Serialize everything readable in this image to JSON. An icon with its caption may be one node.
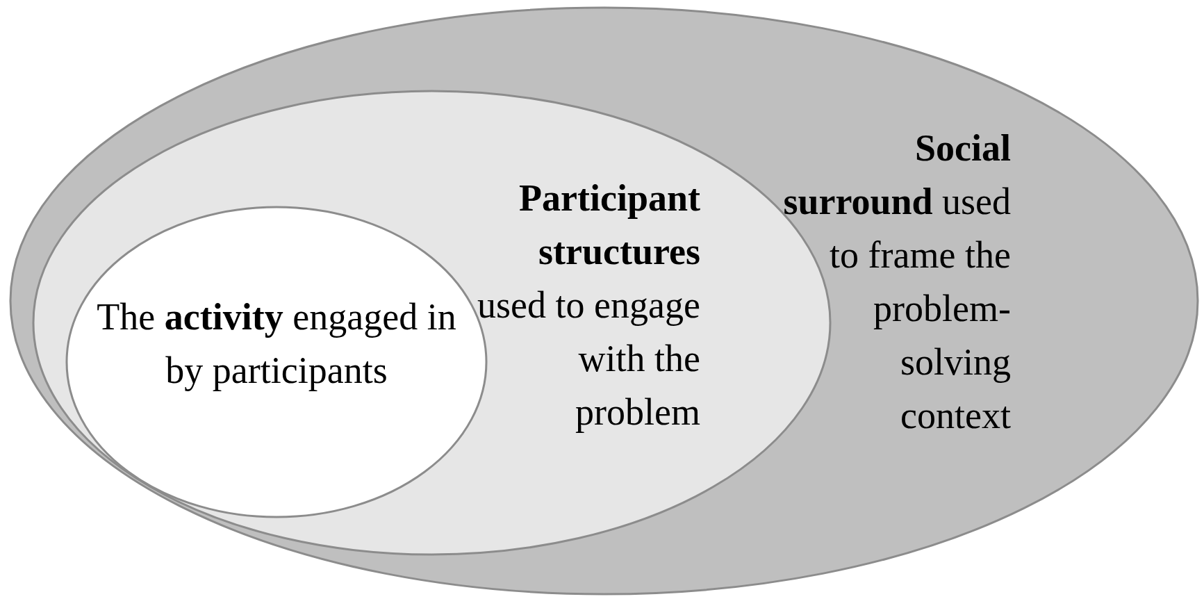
{
  "diagram": {
    "nodes": [
      {
        "text": [
          "**Social surround** used to frame the problem-solving context"
        ]
      },
      {
        "text": [
          "**Participant structures** used to engage with the problem"
        ],
        "in": 0
      },
      {
        "text": [
          "The **activity** engaged in by participants"
        ],
        "in": 1
      }
    ]
  }
}
